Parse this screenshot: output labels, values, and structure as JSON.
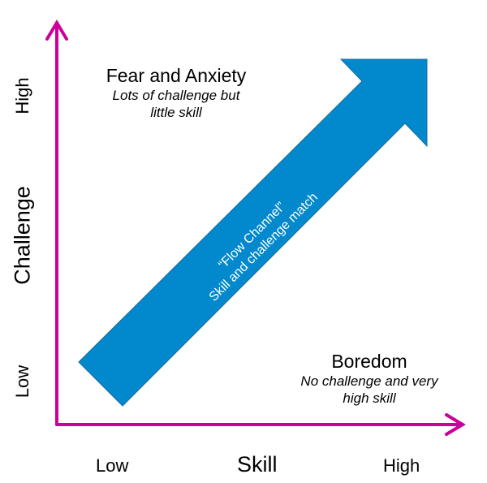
{
  "colors": {
    "axis": "#cc0099",
    "arrow": "#0288cc",
    "arrow_text": "#ffffff"
  },
  "y_axis": {
    "label": "Challenge",
    "high": "High",
    "low": "Low"
  },
  "x_axis": {
    "label": "Skill",
    "low": "Low",
    "high": "High"
  },
  "fear": {
    "title": "Fear and Anxiety",
    "line1": "Lots of challenge but",
    "line2": "little skill"
  },
  "boredom": {
    "title": "Boredom",
    "line1": "No challenge and very",
    "line2": "high skill"
  },
  "flow": {
    "line1": "“Flow Channel”",
    "line2": "Skill and challenge match"
  }
}
